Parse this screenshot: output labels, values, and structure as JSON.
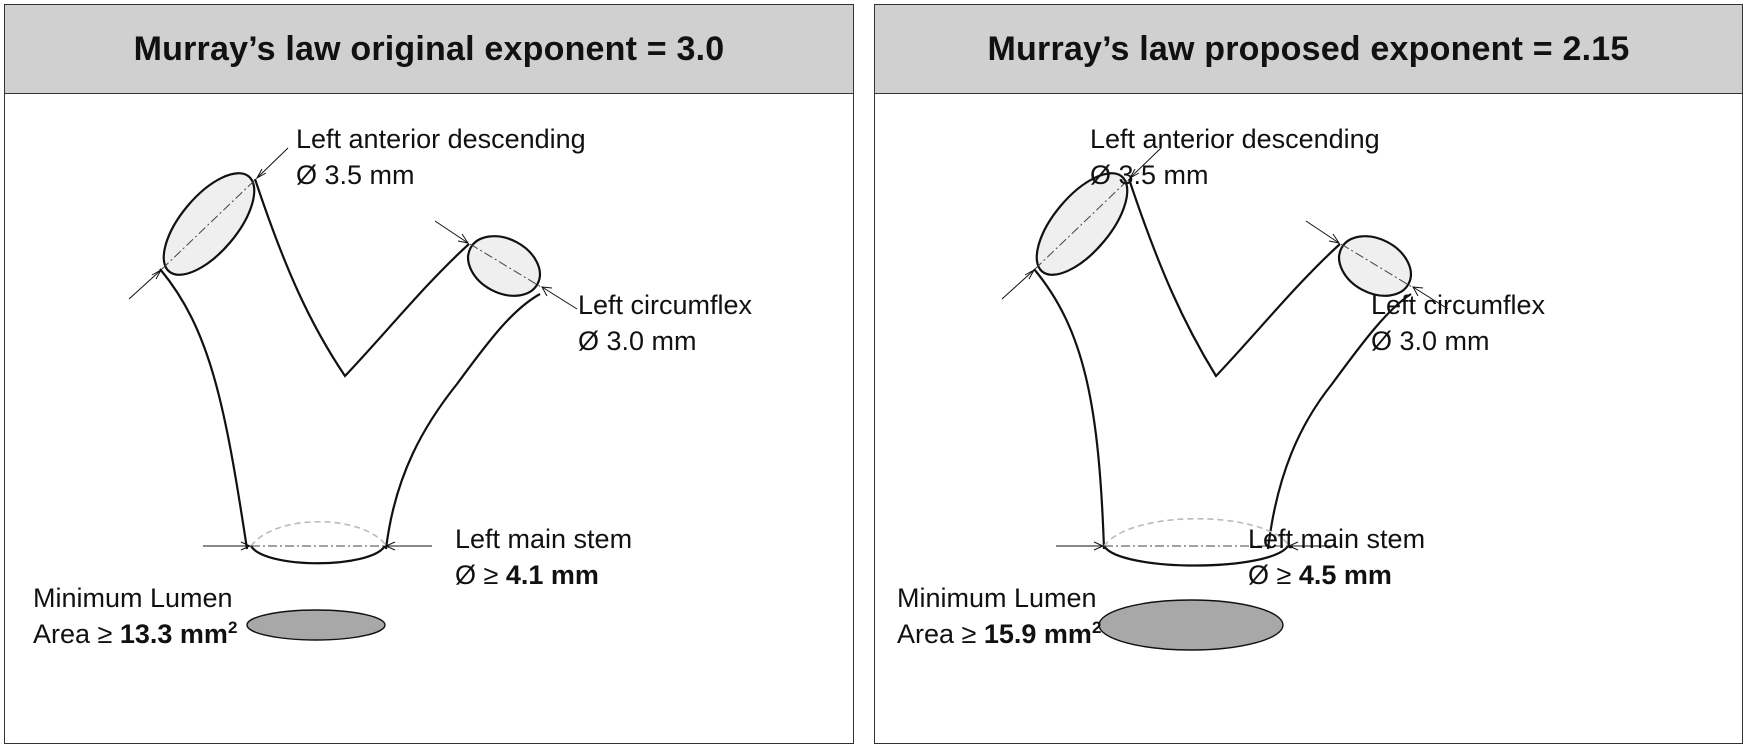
{
  "panels": [
    {
      "title": "Murray’s law original exponent = 3.0",
      "lad": {
        "name": "Left anterior descending",
        "diameter": "Ø 3.5 mm"
      },
      "lcx": {
        "name": "Left circumflex",
        "diameter": "Ø 3.0 mm"
      },
      "lms": {
        "name": "Left main stem",
        "prefix": "Ø ≥ ",
        "value": "4.1 mm"
      },
      "mla": {
        "line1": "Minimum Lumen",
        "prefix": "Area ≥ ",
        "value": "13.3 mm",
        "sup": "2"
      }
    },
    {
      "title": "Murray’s law proposed exponent = 2.15",
      "lad": {
        "name": "Left anterior descending",
        "diameter": "Ø 3.5 mm"
      },
      "lcx": {
        "name": "Left circumflex",
        "diameter": "Ø 3.0 mm"
      },
      "lms": {
        "name": "Left main stem",
        "prefix": "Ø ≥ ",
        "value": "4.5 mm"
      },
      "mla": {
        "line1": "Minimum Lumen",
        "prefix": "Area ≥ ",
        "value": "15.9 mm",
        "sup": "2"
      }
    }
  ],
  "colors": {
    "header_bg": "#d0d0d0",
    "vessel_stroke": "#111111",
    "ostium_fill": "#efefef",
    "lumen_fill": "#a8a8a8"
  }
}
